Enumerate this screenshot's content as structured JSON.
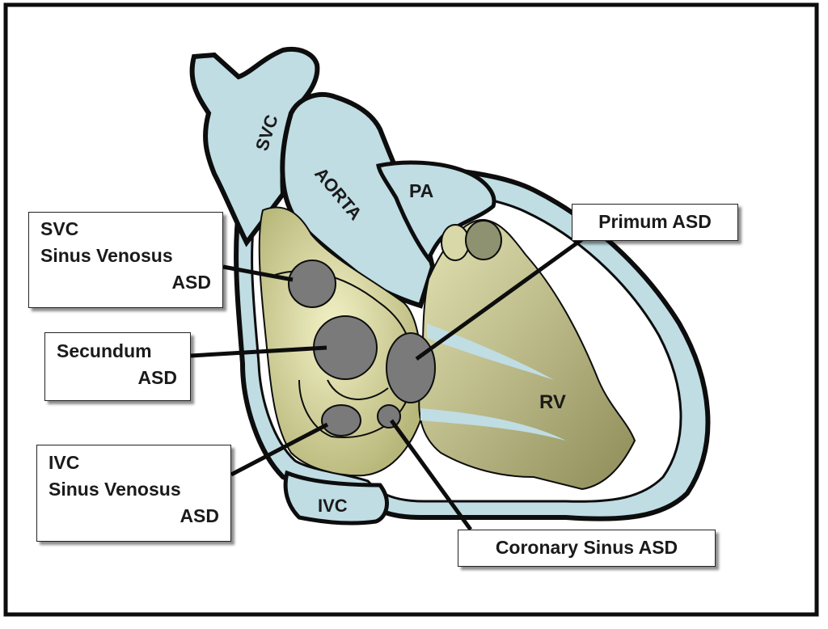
{
  "diagram": {
    "vessel_labels": {
      "svc": "SVC",
      "aorta": "AORTA",
      "pa": "PA",
      "ivc": "IVC",
      "rv": "RV"
    },
    "callouts": {
      "svc_sinus_venosus": {
        "line1": "SVC",
        "line2": "Sinus Venosus",
        "line3": "ASD"
      },
      "secundum": {
        "line1": "Secundum",
        "line2": "ASD"
      },
      "ivc_sinus_venosus": {
        "line1": "IVC",
        "line2": "Sinus Venosus",
        "line3": "ASD"
      },
      "primum": {
        "line1": "Primum ASD"
      },
      "coronary_sinus": {
        "line1": "Coronary Sinus ASD"
      }
    },
    "colors": {
      "vessel_fill": "#bfdde3",
      "chamber_fill": "#d8d7a0",
      "defect_fill": "#7a7a7a",
      "outline": "#0d0d0d"
    }
  }
}
